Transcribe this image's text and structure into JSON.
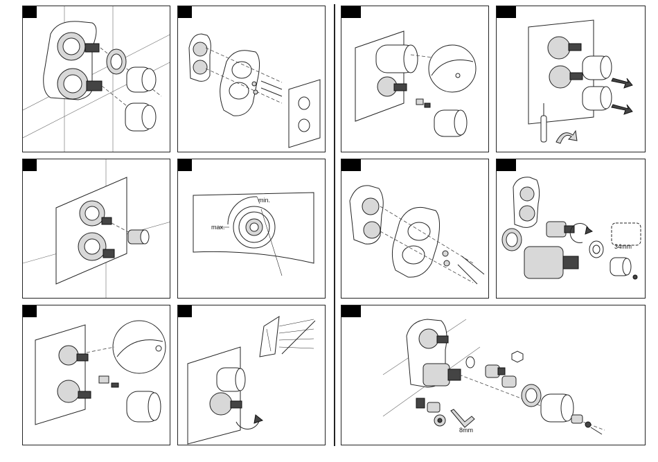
{
  "diagram": {
    "labels": {
      "min": "min.",
      "max": "max.",
      "hex_size_34": "34mm",
      "hex_size_8": "8mm"
    }
  }
}
